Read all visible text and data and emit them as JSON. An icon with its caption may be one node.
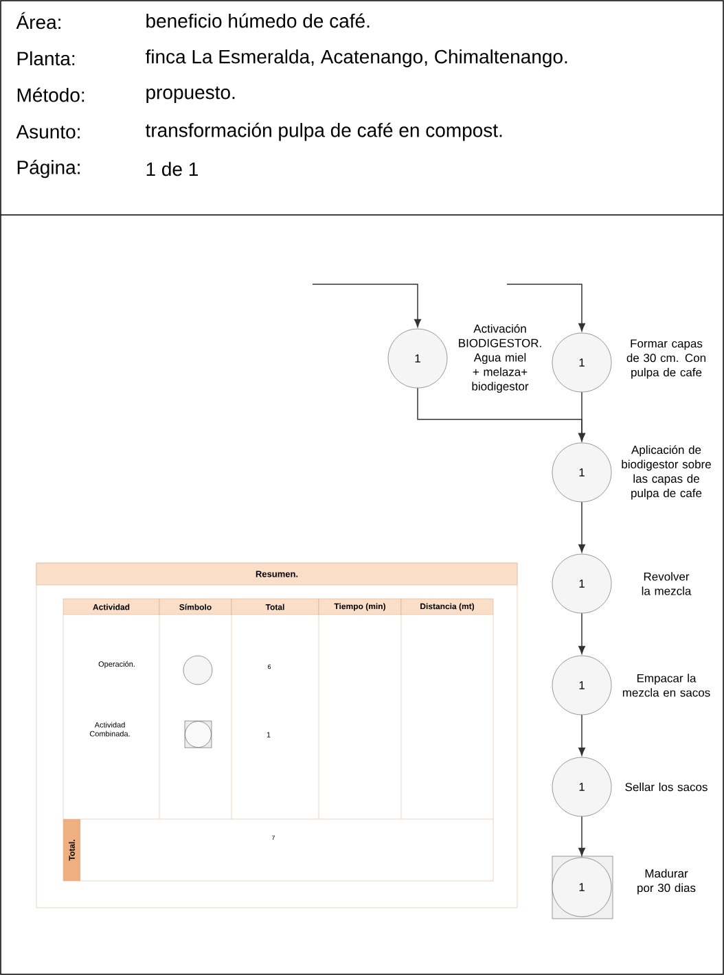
{
  "diagram": {
    "nodes": [
      {
        "text": [
          "1"
        ],
        "beside": [
          "Activación BIODIGESTOR. Agua miel + melaza+ biodigestor"
        ]
      },
      {
        "text": [
          "1"
        ],
        "beside": [
          "Formar capas de 30 cm. Con pulpa de cafe"
        ]
      },
      {
        "text": [
          "1"
        ],
        "beside": [
          "Aplicación de biodigestor sobre las capas de pulpa de cafe"
        ]
      },
      {
        "text": [
          "1"
        ],
        "beside": [
          "Revolver la mezcla"
        ]
      },
      {
        "text": [
          "1"
        ],
        "beside": [
          "Empacar la mezcla en sacos"
        ]
      },
      {
        "text": [
          "1"
        ],
        "beside": [
          "Sellar los sacos"
        ]
      },
      {
        "text": [
          "1"
        ],
        "beside": [
          "Madurar por 30 dias"
        ]
      }
    ],
    "edges": [
      {
        "from": null,
        "to": 0,
        "arrow": "to"
      },
      {
        "from": null,
        "to": 1,
        "arrow": "to"
      },
      {
        "from": 0,
        "to": 2,
        "arrow": "to"
      },
      {
        "from": 1,
        "to": 2,
        "arrow": "to"
      },
      {
        "from": 2,
        "to": 3,
        "arrow": "to"
      },
      {
        "from": 3,
        "to": 4,
        "arrow": "to"
      },
      {
        "from": 4,
        "to": 5,
        "arrow": "to"
      },
      {
        "from": 5,
        "to": 6,
        "arrow": "to"
      }
    ],
    "labels": [
      "Área:",
      "beneficio húmedo de café.",
      "Planta:",
      "finca La Esmeralda, Acatenango, Chimaltenango.",
      "Método:",
      "propuesto.",
      "Asunto:",
      "transformación pulpa de café en compost.",
      "Página:",
      "1 de 1",
      "Resumen.",
      "Actividad",
      "Símbolo",
      "Total",
      "Tiempo (min)",
      "Distancia (mt)",
      "Operación.",
      "6",
      "Actividad Combinada.",
      "1",
      "Total.",
      "7"
    ]
  }
}
